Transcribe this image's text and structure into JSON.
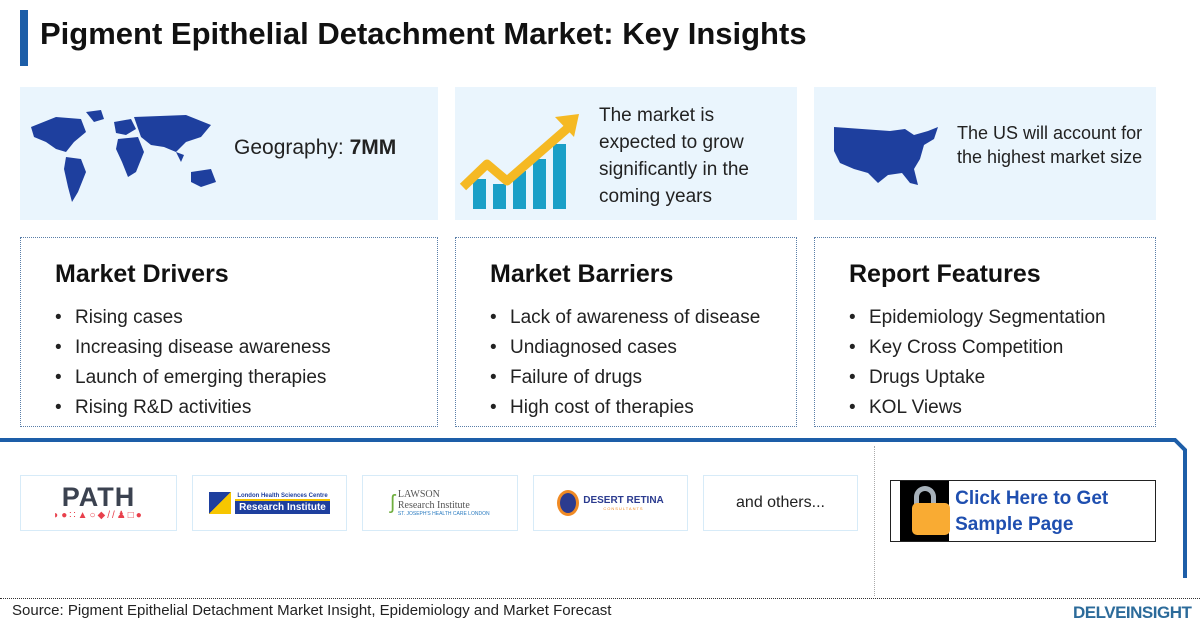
{
  "title": "Pigment Epithelial Detachment Market: Key Insights",
  "cards": [
    {
      "label": "Geography: ",
      "value": "7MM",
      "icon": "world-map-icon"
    },
    {
      "text": "The market is expected to grow significantly in the coming years",
      "icon": "growth-chart-icon"
    },
    {
      "text": "The US will account for the highest market size",
      "icon": "us-map-icon"
    }
  ],
  "drivers": {
    "heading": "Market Drivers",
    "items": [
      "Rising cases",
      "Increasing disease awareness",
      "Launch of emerging therapies",
      "Rising R&D activities"
    ]
  },
  "barriers": {
    "heading": "Market Barriers",
    "items": [
      "Lack of awareness of disease",
      "Undiagnosed cases",
      "Failure of drugs",
      "High cost of therapies"
    ]
  },
  "features": {
    "heading": "Report Features",
    "items": [
      "Epidemiology Segmentation",
      "Key Cross Competition",
      "Drugs Uptake",
      "KOL Views"
    ]
  },
  "logos": {
    "path": "PATH",
    "lhsc_top": "London Health Sciences Centre",
    "lhsc_bottom": "Research Institute",
    "lawson_1": "LAWSON",
    "lawson_2": "Research Institute",
    "lawson_3": "ST. JOSEPH'S HEALTH CARE LONDON",
    "desert_1": "DESERT RETINA",
    "desert_2": "CONSULTANTS",
    "others": "and others..."
  },
  "cta": {
    "label": "Click Here to Get Sample Page",
    "icon": "unlocked-padlock-icon"
  },
  "source": "Source: Pigment Epithelial Detachment Market Insight, Epidemiology and Market Forecast",
  "brand": "DELVEINSIGHT",
  "colors": {
    "accent": "#1d5ea8",
    "card_bg": "#eaf5fd",
    "cta_text": "#1f4fb0",
    "lock": "#f9ab33"
  }
}
